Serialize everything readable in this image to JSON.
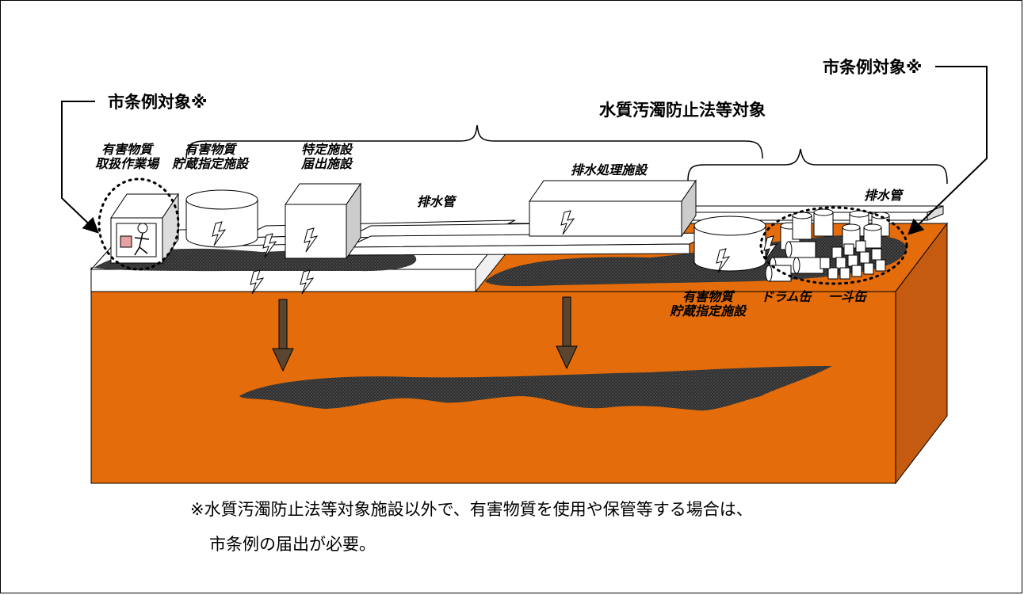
{
  "labels": {
    "city_ordinance_left": "市条例対象※",
    "city_ordinance_right": "市条例対象※",
    "water_law": "水質汚濁防止法等対象",
    "handling_workplace_1": "有害物質",
    "handling_workplace_2": "取扱作業場",
    "storage_left_1": "有害物質",
    "storage_left_2": "貯蔵指定施設",
    "specified_facility_1": "特定施設",
    "specified_facility_2": "届出施設",
    "drain_pipe_left": "排水管",
    "wastewater_treatment": "排水処理施設",
    "drain_pipe_right": "排水管",
    "storage_right_1": "有害物質",
    "storage_right_2": "貯蔵指定施設",
    "drum_can": "ドラム缶",
    "to_can": "一斗缶"
  },
  "note": {
    "line1": "※水質汚濁防止法等対象施設以外で、有害物質を使用や保管等する場合は、",
    "line2": "市条例の届出が必要。"
  },
  "colors": {
    "soil_front": "#e46c0a",
    "soil_top": "#e46c0a",
    "soil_side": "#c55a11",
    "pollution": "#3a3a3a",
    "arrow": "#5a4630",
    "slab": "#ffffff"
  }
}
